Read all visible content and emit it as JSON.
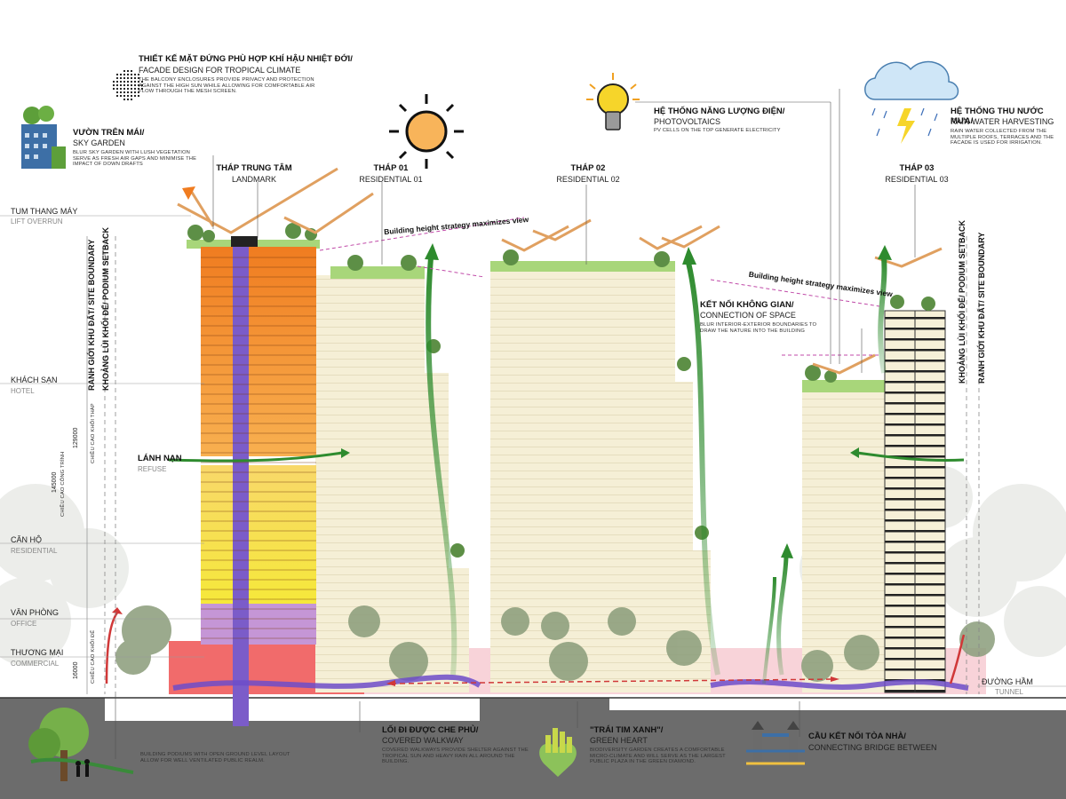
{
  "annotations": {
    "facade": {
      "title": "THIẾT KẾ MẶT ĐỨNG PHÙ HỢP KHÍ HẬU NHIỆT ĐỚI/",
      "subtitle": "FACADE DESIGN FOR TROPICAL CLIMATE",
      "desc": "THE BALCONY ENCLOSURES PROVIDE PRIVACY AND PROTECTION AGAINST THE HIGH SUN WHILE ALLOWING FOR COMFORTABLE AIR FLOW THROUGH THE MESH SCREEN."
    },
    "sky_garden": {
      "title": "VƯỜN TRÊN MÁI/",
      "subtitle": "SKY GARDEN",
      "desc": "BLUR SKY GARDEN WITH LUSH VEGETATION SERVE AS FRESH AIR GAPS AND MINIMISE THE IMPACT OF DOWN DRAFTS"
    },
    "photovoltaics": {
      "title": "HỆ THỐNG NĂNG LƯỢNG ĐIỆN/",
      "subtitle": "PHOTOVOLTAICS",
      "desc": "PV CELLS ON THE TOP GENERATE ELECTRICITY"
    },
    "rain": {
      "title": "HỆ THỐNG THU NƯỚC MƯA/",
      "subtitle": "RAIN WATER HARVESTING",
      "desc": "RAIN WATER COLLECTED FROM THE MULTIPLE ROOFS, TERRACES AND THE FACADE IS USED FOR IRRIGATION."
    },
    "connection": {
      "title": "KẾT NỐI KHÔNG GIAN/",
      "subtitle": "CONNECTION OF SPACE",
      "desc": "BLUR INTERIOR-EXTERIOR BOUNDARIES TO DRAW THE NATURE INTO THE BUILDING"
    },
    "walkway": {
      "title": "LỐI ĐI ĐƯỢC CHE PHỦ/",
      "subtitle": "COVERED WALKWAY",
      "desc": "COVERED WALKWAYS PROVIDE SHELTER AGAINST THE TROPICAL SUN AND HEAVY RAIN ALL AROUND THE BUILDING."
    },
    "green_heart": {
      "title": "\"TRÁI TIM XANH\"/",
      "subtitle": "GREEN HEART",
      "desc": "BIODIVERSITY GARDEN CREATES A COMFORTABLE MICRO-CLIMATE AND WILL SERVE AS THE LARGEST PUBLIC PLAZA IN THE GREEN DIAMOND."
    },
    "bridge": {
      "title": "CẦU KẾT NỐI TÒA NHÀ/",
      "subtitle": "CONNECTING BRIDGE BETWEEN"
    },
    "podium": {
      "desc": "BUILDING PODIUMS WITH OPEN GROUND LEVEL LAYOUT ALLOW FOR WELL VENTILATED PUBLIC REALM."
    }
  },
  "towers": {
    "landmark": {
      "title": "THÁP TRUNG TÂM",
      "subtitle": "LANDMARK"
    },
    "t1": {
      "title": "THÁP 01",
      "subtitle": "RESIDENTIAL 01"
    },
    "t2": {
      "title": "THÁP 02",
      "subtitle": "RESIDENTIAL 02"
    },
    "t3": {
      "title": "THÁP 03",
      "subtitle": "RESIDENTIAL 03"
    }
  },
  "levels": {
    "lift": {
      "vi": "TUM THANG MÁY",
      "en": "LIFT OVERRUN"
    },
    "hotel": {
      "vi": "KHÁCH SẠN",
      "en": "HOTEL"
    },
    "refuge": {
      "vi": "LÁNH NẠN",
      "en": "REFUSE"
    },
    "residential": {
      "vi": "CĂN HỘ",
      "en": "RESIDENTIAL"
    },
    "office": {
      "vi": "VĂN PHÒNG",
      "en": "OFFICE"
    },
    "commercial": {
      "vi": "THƯƠNG MẠI",
      "en": "COMMERCIAL"
    },
    "tunnel": {
      "vi": "ĐƯỜNG HẦM",
      "en": "TUNNEL"
    }
  },
  "boundaries": {
    "site_boundary": "RANH GIỚI KHU ĐẤT/ SITE BOUNDARY",
    "podium_setback": "KHOẢNG LÙI KHỐI ĐẾ/ PODIUM SETBACK"
  },
  "dimensions": {
    "total_height": "145000",
    "total_label": "CHIỀU CAO CÔNG TRÌNH",
    "tower_height": "129000",
    "tower_label": "CHIỀU CAO KHỐI THÁP",
    "podium_height": "16000",
    "podium_label": "CHIỀU CAO KHỐI ĐẾ"
  },
  "view_label": "Building height strategy maximizes view",
  "colors": {
    "hotel": "#f08a2a",
    "residential": "#f6e24a",
    "office": "#c596d6",
    "commercial": "#ef5b5b",
    "core": "#7b5cc9",
    "wind": "#2e8b2e",
    "ground": "#6e6e6e",
    "tower": "#f6f0d8"
  }
}
